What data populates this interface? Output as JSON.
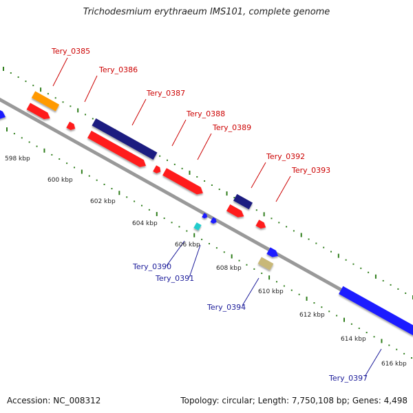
{
  "title": "Trichodesmium erythraeum IMS101, complete genome",
  "accession": "Accession: NC_008312",
  "summary": "Topology: circular; Length: 7,750,108 bp; Genes: 4,498",
  "colors": {
    "backbone": "#999999",
    "tick": "#2e7d1a",
    "red_gene": "#ff1a1a",
    "orange_gene": "#ff9900",
    "navy_gene": "#1a1a80",
    "blue_gene": "#1a1aff",
    "cyan_gene": "#22cccc",
    "khaki_gene": "#c8b878",
    "top_label": "#cc0000",
    "bottom_label": "#1a1a99"
  },
  "scale_labels": [
    "598 kbp",
    "600 kbp",
    "602 kbp",
    "604 kbp",
    "606 kbp",
    "608 kbp",
    "610 kbp",
    "612 kbp",
    "614 kbp",
    "616 kbp"
  ],
  "genes_top": [
    {
      "label": "Tery_0385",
      "color": "orange_gene"
    },
    {
      "label": "Tery_0386",
      "color": "red_gene"
    },
    {
      "label": "Tery_0387",
      "color": "navy_gene"
    },
    {
      "label": "Tery_0388",
      "color": "red_gene"
    },
    {
      "label": "Tery_0389",
      "color": "red_gene"
    },
    {
      "label": "Tery_0392",
      "color": "navy_gene"
    },
    {
      "label": "Tery_0393",
      "color": "red_gene"
    }
  ],
  "genes_bottom": [
    {
      "label": "Tery_0390",
      "color": "blue_gene"
    },
    {
      "label": "Tery_0391",
      "color": "cyan_gene"
    },
    {
      "label": "Tery_0394",
      "color": "khaki_gene"
    },
    {
      "label": "Tery_0397",
      "color": "blue_gene"
    }
  ]
}
